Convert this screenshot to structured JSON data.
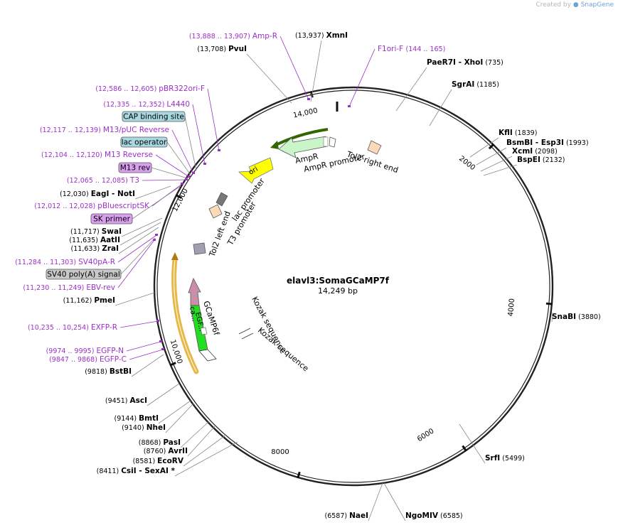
{
  "brand": {
    "prefix": "Created by",
    "name": "SnapGene"
  },
  "plasmid": {
    "name": "elavl3:SomaGCaMP7f",
    "length_label": "14,249 bp",
    "length_bp": 14249
  },
  "colors": {
    "enzyme_text": "#000000",
    "coord_text": "#000000",
    "primer_text": "#9b30c8",
    "backbone": "#222222",
    "ampr": "#c9f5c9",
    "ori": "#ffff00",
    "egfp": "#22dd22",
    "calmodulin": "#c98fa8",
    "hox_arrow": "#e6b84a",
    "gray_feature": "#a0a0b0",
    "cap_label_bg": "#a8d8e0",
    "primer_label_bg": "#d9a0f0",
    "polyA_label_bg": "#c8c8c8"
  },
  "ticks": [
    "14,000",
    "2000",
    "4000",
    "6000",
    "8000",
    "10,000",
    "12,000"
  ],
  "enzymes": [
    {
      "coord": "(13,937)",
      "name": "XmnI"
    },
    {
      "coord": "(13,708)",
      "name": "PvuI"
    },
    {
      "coord": "(735)",
      "name": "PaeR7I",
      "name2": "XhoI"
    },
    {
      "coord": "(1185)",
      "name": "SgrAI"
    },
    {
      "coord": "(1839)",
      "name": "KflI"
    },
    {
      "coord": "(1993)",
      "name": "BsmBI",
      "name2": "Esp3I"
    },
    {
      "coord": "(2098)",
      "name": "XcmI"
    },
    {
      "coord": "(2132)",
      "name": "BspEI"
    },
    {
      "coord": "(3880)",
      "name": "SnaBI"
    },
    {
      "coord": "(5499)",
      "name": "SrfI"
    },
    {
      "coord": "(6587)",
      "name": "NaeI"
    },
    {
      "coord": "(6585)",
      "name": "NgoMIV"
    },
    {
      "coord": "(8411)",
      "name": "CsiI",
      "name2": "SexAI *"
    },
    {
      "coord": "(8581)",
      "name": "EcoRV"
    },
    {
      "coord": "(8760)",
      "name": "AvrII"
    },
    {
      "coord": "(8868)",
      "name": "PasI"
    },
    {
      "coord": "(9140)",
      "name": "NheI"
    },
    {
      "coord": "(9144)",
      "name": "BmtI"
    },
    {
      "coord": "(9451)",
      "name": "AscI"
    },
    {
      "coord": "(9818)",
      "name": "BstBI"
    },
    {
      "coord": "(11,162)",
      "name": "PmeI"
    },
    {
      "coord": "(11,633)",
      "name": "ZraI"
    },
    {
      "coord": "(11,635)",
      "name": "AatII"
    },
    {
      "coord": "(11,717)",
      "name": "SwaI"
    },
    {
      "coord": "(12,030)",
      "name": "EagI",
      "name2": "NotI"
    }
  ],
  "primers": [
    {
      "coord": "(13,888 .. 13,907)",
      "name": "Amp-R"
    },
    {
      "coord": "(144 .. 165)",
      "name": "F1ori-F"
    },
    {
      "coord": "(12,586 .. 12,605)",
      "name": "pBR322ori-F"
    },
    {
      "coord": "(12,335 .. 12,352)",
      "name": "L4440"
    },
    {
      "coord": "(12,117 .. 12,139)",
      "name": "M13/pUC Reverse"
    },
    {
      "coord": "(12,104 .. 12,120)",
      "name": "M13 Reverse"
    },
    {
      "coord": "(12,065 .. 12,085)",
      "name": "T3"
    },
    {
      "coord": "(12,012 .. 12,028)",
      "name": "pBluescriptSK"
    },
    {
      "coord": "(11,284 .. 11,303)",
      "name": "SV40pA-R"
    },
    {
      "coord": "(11,230 .. 11,249)",
      "name": "EBV-rev"
    },
    {
      "coord": "(10,235 .. 10,254)",
      "name": "EXFP-R"
    },
    {
      "coord": "(9974 .. 9995)",
      "name": "EGFP-N"
    },
    {
      "coord": "(9847 .. 9868)",
      "name": "EGFP-C"
    }
  ],
  "boxed_labels": [
    {
      "text": "CAP binding site",
      "kind": "cap"
    },
    {
      "text": "lac operator",
      "kind": "cap"
    },
    {
      "text": "M13 rev",
      "kind": "primer"
    },
    {
      "text": "SK primer",
      "kind": "primer"
    },
    {
      "text": "SV40 poly(A) signal",
      "kind": "polyA"
    }
  ],
  "features": {
    "ampr": "AmpR",
    "ampr_promoter": "AmpR promoter",
    "tol2_right": "Tol2 right end",
    "ori": "ori",
    "lac_promoter": "lac promoter",
    "t3_promoter": "T3 promoter",
    "tol2_left": "Tol2 left end",
    "gcamp6f": "GCaMP6f",
    "ca": "ca...",
    "egf": "EGF...",
    "kozak1": "Kozak sequence",
    "kozak2": "Kozak sequence"
  }
}
